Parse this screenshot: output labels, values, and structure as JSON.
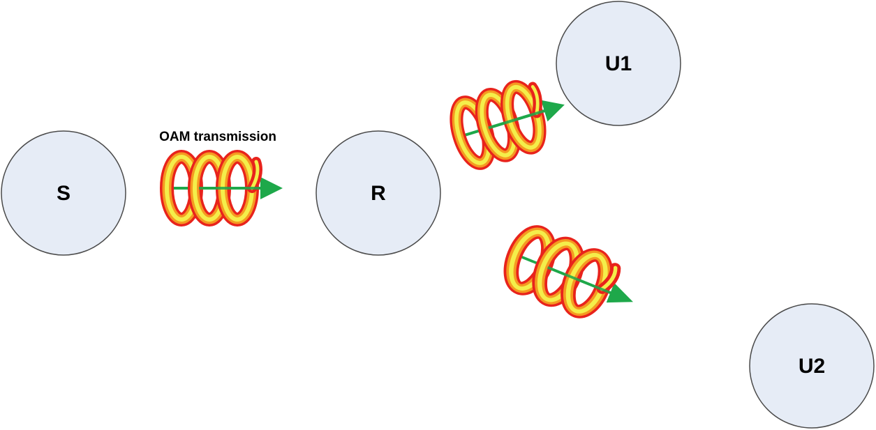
{
  "nodes": {
    "source": "S",
    "relay": "R",
    "user1": "U1",
    "user2": "U2"
  },
  "caption": "OAM transmission",
  "colors": {
    "node_fill": "#e6ecf6",
    "node_stroke": "#4a4a4a",
    "helix_outer": "#e8231c",
    "helix_mid": "#f59a21",
    "helix_inner": "#f4ee4a",
    "axis_arrow": "#1ea84a"
  },
  "icons": [
    "oam-helix-beam",
    "propagation-arrow"
  ]
}
